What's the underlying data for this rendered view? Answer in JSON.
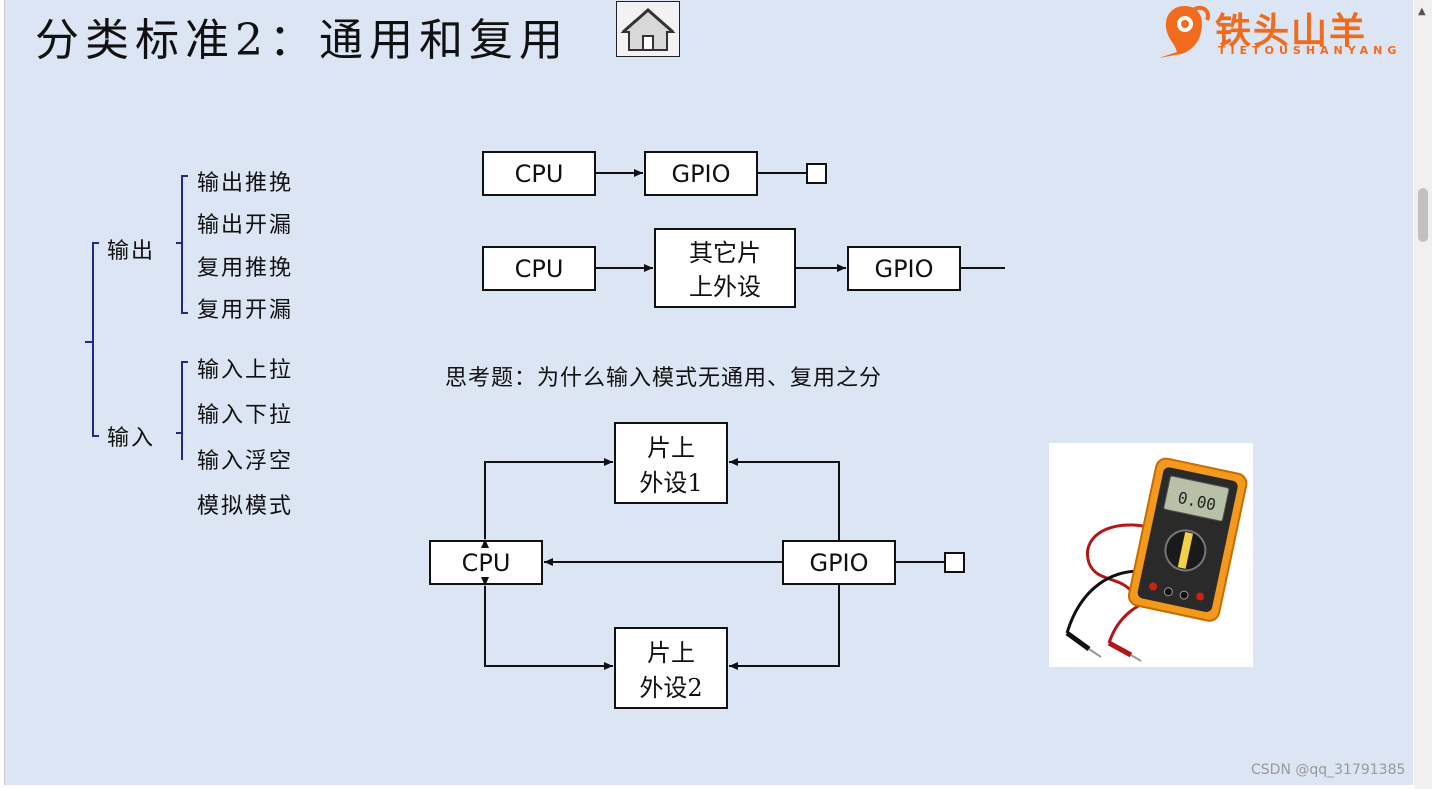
{
  "slide": {
    "title": "分类标准2：通用和复用",
    "home_icon": "home-icon",
    "logo": {
      "text": "铁头山羊",
      "subtitle": "TIETOUSHANYANG",
      "color": "#f26a1b"
    }
  },
  "tree": {
    "output_label": "输出",
    "input_label": "输入",
    "output_items": [
      "输出推挽",
      "输出开漏",
      "复用推挽",
      "复用开漏"
    ],
    "input_items": [
      "输入上拉",
      "输入下拉",
      "输入浮空",
      "模拟模式"
    ],
    "bracket_color": "#1f2a8c"
  },
  "diagram": {
    "row1": {
      "cpu": "CPU",
      "gpio": "GPIO"
    },
    "row2": {
      "cpu": "CPU",
      "peripheral_line1": "其它片",
      "peripheral_line2": "上外设",
      "gpio": "GPIO"
    },
    "question": "思考题：为什么输入模式无通用、复用之分",
    "row3": {
      "cpu": "CPU",
      "gpio": "GPIO",
      "peripheral1_line1": "片上",
      "peripheral1_line2": "外设1",
      "peripheral2_line1": "片上",
      "peripheral2_line2": "外设2"
    }
  },
  "photo": {
    "image": "multimeter-image",
    "display": "0.00"
  },
  "watermark": "CSDN @qq_31791385"
}
